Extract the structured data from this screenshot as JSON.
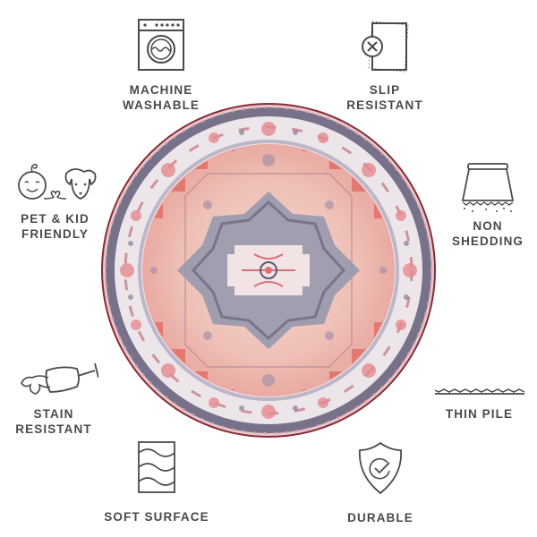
{
  "product": {
    "image": "round-medallion-rug",
    "colors": {
      "border_outer": "#8a2a35",
      "border_gray": "#6f6a80",
      "border_ivory": "#ece6ea",
      "field_blush": "#eeb8ae",
      "corner_red": "#e0716a",
      "medallion_gray": "#8f93a8",
      "medallion_center": "#f3e6e6",
      "icon_stroke": "#4a4a4a"
    }
  },
  "features": [
    {
      "id": "machine-washable",
      "icon": "washing-machine-icon",
      "label": "MACHINE\nWASHABLE"
    },
    {
      "id": "slip-resistant",
      "icon": "slip-resistant-pad-icon",
      "label": "SLIP\nRESISTANT"
    },
    {
      "id": "pet-kid-friendly",
      "icon": "baby-dog-heart-icon",
      "label": "PET & KID\nFRIENDLY"
    },
    {
      "id": "non-shedding",
      "icon": "rug-no-shed-icon",
      "label": "NON\nSHEDDING"
    },
    {
      "id": "stain-resistant",
      "icon": "spilled-wine-glass-icon",
      "label": "STAIN\nRESISTANT"
    },
    {
      "id": "thin-pile",
      "icon": "thin-pile-icon",
      "label": "THIN PILE"
    },
    {
      "id": "soft-surface",
      "icon": "waves-square-icon",
      "label": "SOFT SURFACE"
    },
    {
      "id": "durable",
      "icon": "shield-check-icon",
      "label": "DURABLE"
    }
  ]
}
